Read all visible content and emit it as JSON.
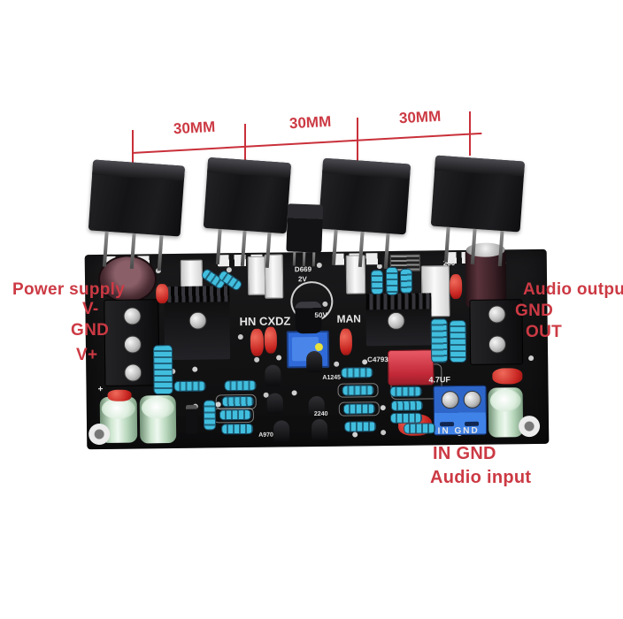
{
  "annotations": {
    "dimension_labels": [
      "30MM",
      "30MM",
      "30MM"
    ],
    "power_supply_title": "Power supply",
    "power_pins": [
      "V-",
      "GND",
      "V+"
    ],
    "audio_output_title": "Audio output",
    "output_pins": [
      "GND",
      "OUT"
    ],
    "input_pins_label": "IN GND",
    "audio_input_title": "Audio input"
  },
  "silkscreen": {
    "driver_marking": "D669",
    "bias_voltage": "2V",
    "cap_voltage": "50V",
    "brand": "HN CXDZ",
    "brand2": "MAN",
    "transistor_right": "C4793",
    "transistor_small_1": "A1245",
    "transistor_small_2": "2240",
    "transistor_small_3": "A970",
    "cap_value": "4.7UF",
    "input_header": "IN GND",
    "pad_code": "200",
    "polarity_mark": "+"
  },
  "colors": {
    "annotation_red": "#cc3a44",
    "board_black": "#151515",
    "resistor_blue": "#41bede",
    "terminal_blue": "#2d66c8",
    "cap_green": "#cfe7d1",
    "cap_red": "#c5231f"
  }
}
